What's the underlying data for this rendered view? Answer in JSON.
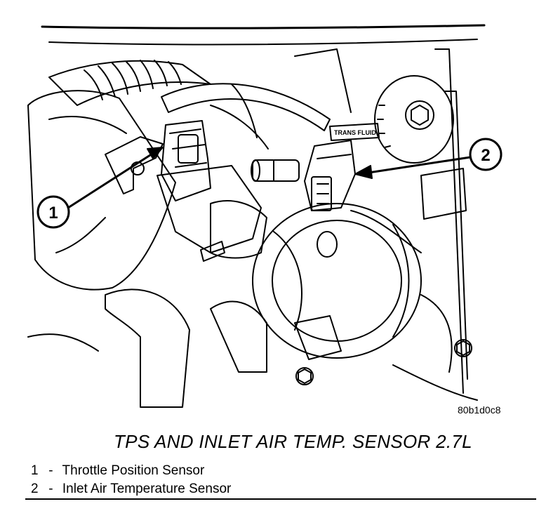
{
  "figure": {
    "code": "80b1d0c8",
    "title": "TPS AND INLET AIR TEMP. SENSOR 2.7L",
    "tag_label": "TRANS FLUID"
  },
  "callouts": [
    {
      "number": "1"
    },
    {
      "number": "2"
    }
  ],
  "legend": [
    {
      "number": "1",
      "separator": "-",
      "label": "Throttle Position Sensor"
    },
    {
      "number": "2",
      "separator": "-",
      "label": "Inlet Air Temperature Sensor"
    }
  ],
  "colors": {
    "ink": "#000000",
    "paper": "#ffffff"
  }
}
